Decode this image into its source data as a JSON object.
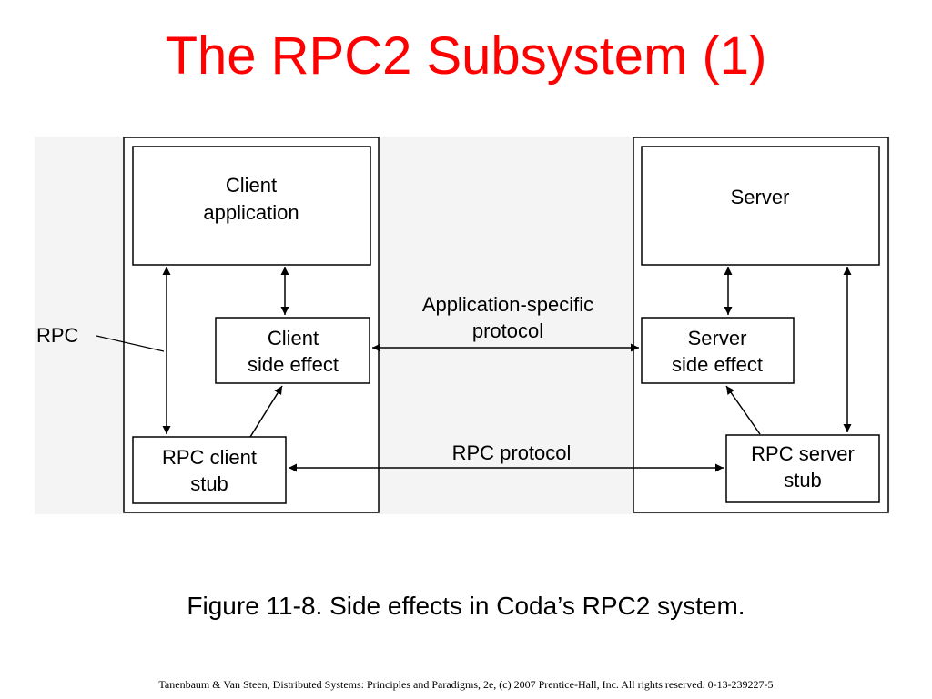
{
  "slide": {
    "title": "The RPC2 Subsystem (1)",
    "caption": "Figure 11-8. Side effects in Coda’s RPC2 system.",
    "footer": "Tanenbaum & Van Steen, Distributed Systems: Principles and Paradigms, 2e, (c) 2007 Prentice-Hall, Inc. All rights reserved. 0-13-239227-5"
  },
  "colors": {
    "title": "#ff0000",
    "diagram_background": "#f4f4f4",
    "stroke": "#000000",
    "box_fill": "#ffffff"
  },
  "diagram": {
    "client_application": [
      "Client",
      "application"
    ],
    "client_side_effect": [
      "Client",
      "side effect"
    ],
    "rpc_client_stub": [
      "RPC client",
      "stub"
    ],
    "server": [
      "Server"
    ],
    "server_side_effect": [
      "Server",
      "side effect"
    ],
    "rpc_server_stub": [
      "RPC server",
      "stub"
    ],
    "rpc_label": "RPC",
    "application_protocol": [
      "Application-specific",
      "protocol"
    ],
    "rpc_protocol": "RPC protocol"
  }
}
